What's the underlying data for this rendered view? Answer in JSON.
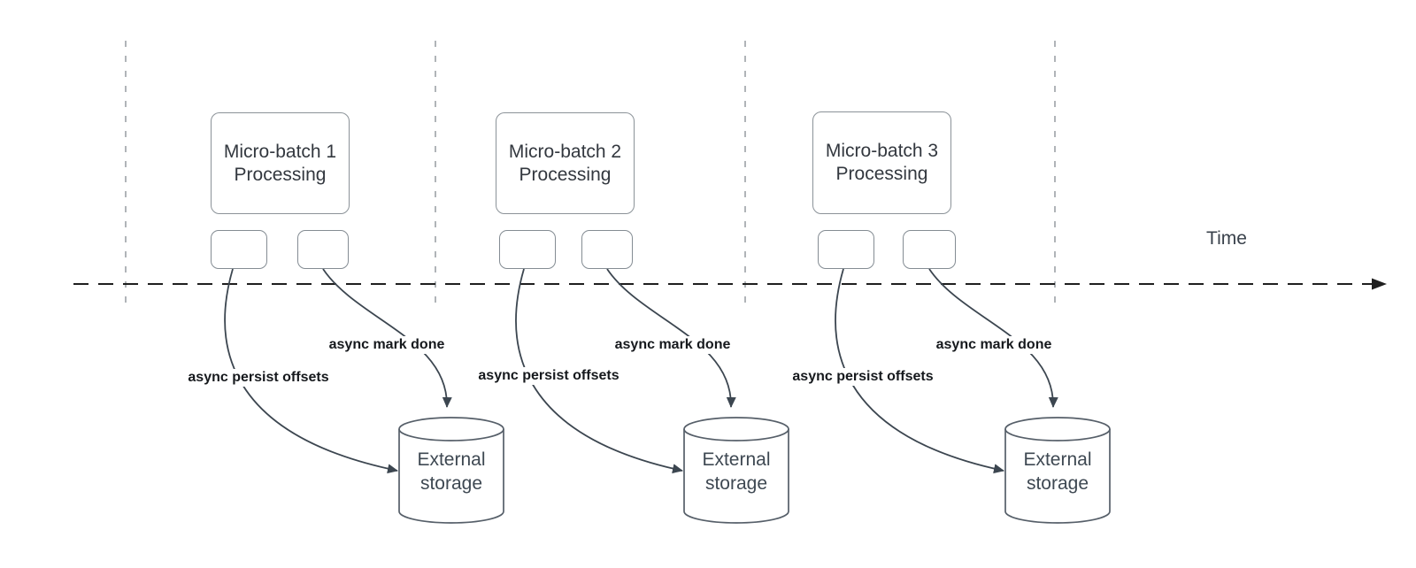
{
  "diagram": {
    "time_axis_label": "Time",
    "sections": [
      {
        "batch_title_line1": "Micro-batch 1",
        "batch_title_line2": "Processing",
        "persist_arrow_label": "async persist offsets",
        "mark_done_arrow_label": "async mark done",
        "storage_label_line1": "External",
        "storage_label_line2": "storage"
      },
      {
        "batch_title_line1": "Micro-batch 2",
        "batch_title_line2": "Processing",
        "persist_arrow_label": "async persist offsets",
        "mark_done_arrow_label": "async mark done",
        "storage_label_line1": "External",
        "storage_label_line2": "storage"
      },
      {
        "batch_title_line1": "Micro-batch 3",
        "batch_title_line2": "Processing",
        "persist_arrow_label": "async persist offsets",
        "mark_done_arrow_label": "async mark done",
        "storage_label_line1": "External",
        "storage_label_line2": "storage"
      }
    ],
    "colors": {
      "background": "#ffffff",
      "box_border": "#8b9298",
      "box_text": "#33383f",
      "arrow_stroke": "#3c4650",
      "cylinder_stroke": "#565f69",
      "label_text": "#16191d",
      "timeline_stroke": "#1f1f1f",
      "guide_line": "#b0b4b8"
    }
  }
}
